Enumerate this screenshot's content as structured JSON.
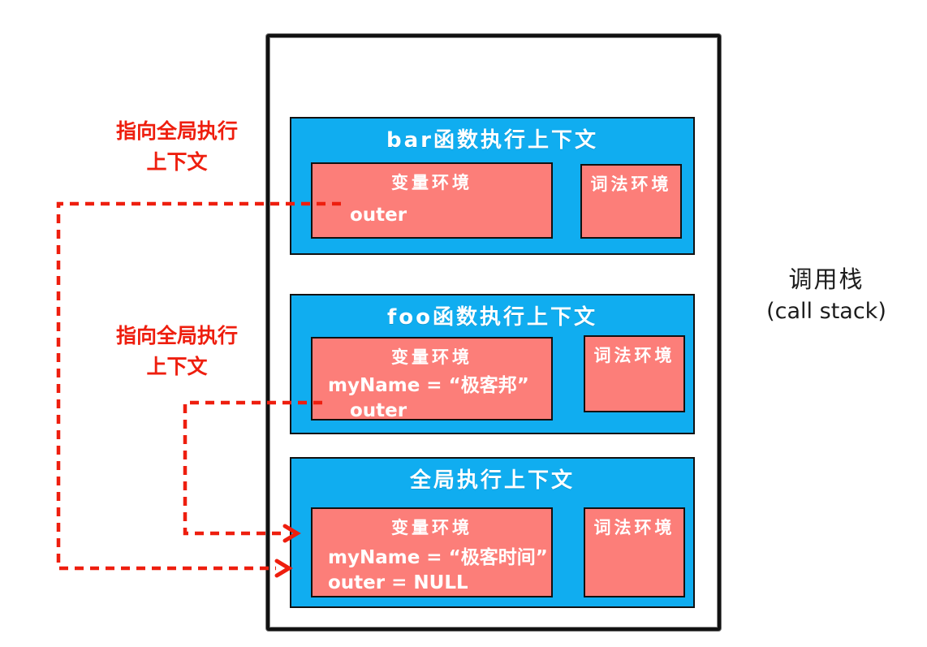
{
  "labels": {
    "pointer_top": {
      "line1": "指向全局执行",
      "line2": "上下文"
    },
    "pointer_mid": {
      "line1": "指向全局执行",
      "line2": "上下文"
    },
    "callstack": {
      "line1": "调用栈",
      "line2": "(call stack)"
    }
  },
  "contexts": [
    {
      "title": "bar函数执行上下文",
      "variable_env": {
        "title": "变量环境",
        "entries": [
          "outer"
        ]
      },
      "lexical_env": {
        "title": "词法环境"
      }
    },
    {
      "title": "foo函数执行上下文",
      "variable_env": {
        "title": "变量环境",
        "entries": [
          "myName = “极客邦”",
          "outer"
        ]
      },
      "lexical_env": {
        "title": "词法环境"
      }
    },
    {
      "title": "全局执行上下文",
      "variable_env": {
        "title": "变量环境",
        "entries": [
          "myName = “极客时间”",
          "outer = NULL"
        ]
      },
      "lexical_env": {
        "title": "词法环境"
      }
    }
  ],
  "colors": {
    "blue": "#10ADF0",
    "salmon": "#FC7E79",
    "red": "#EE1E0E",
    "ink": "#111111"
  }
}
